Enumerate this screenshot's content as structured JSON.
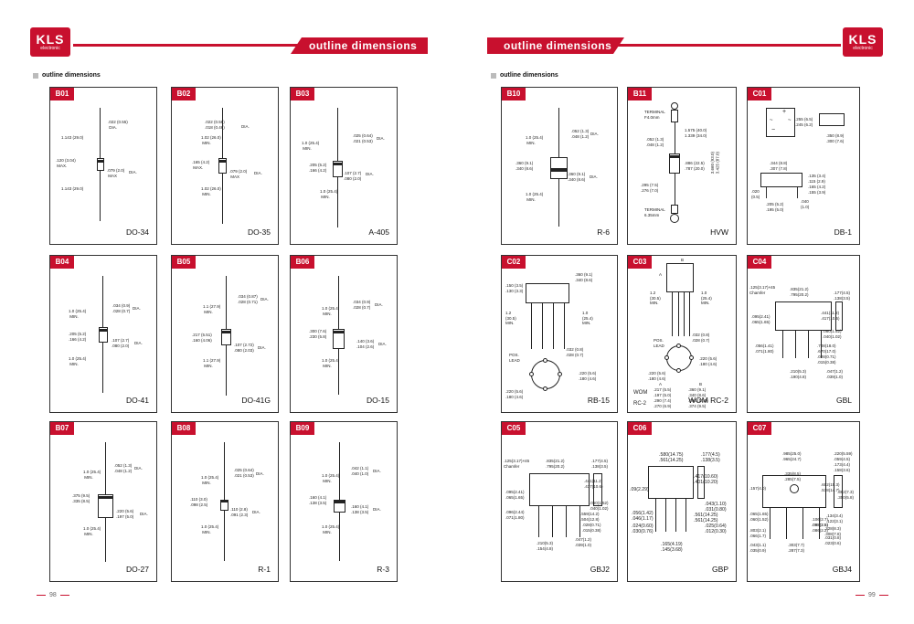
{
  "brand": {
    "logo_text": "KLS",
    "logo_sub": "electronic",
    "color": "#c8102e"
  },
  "header": {
    "title_left": "outline dimensions",
    "title_right": "outline dimensions"
  },
  "section": {
    "left": "outline dimensions",
    "right": "outline dimensions"
  },
  "pages": {
    "left": "98",
    "right": "99"
  },
  "panels": {
    "B01": {
      "tag": "B01",
      "pkg": "DO-34",
      "d1": ".022 (0.55)\n DIA.",
      "d2": "1.143 (29.0)",
      "d3": ".120 (3.04)\n MAX.",
      "d4": ".079 (2.0)\n MAX",
      "d5": "DIA.",
      "d6": "1.143 (29.0)"
    },
    "B02": {
      "tag": "B02",
      "pkg": "DO-35",
      "d1": ".022 (0.56)\n.018 (0.46)",
      "d2": "DIA.",
      "d3": "1.02 (26.0)\n MIN.",
      "d4": ".165 (4.2)\n MAX.",
      "d5": ".079 (2.0)\n MAX",
      "d6": "DIA.",
      "d7": "1.02 (26.0)\n MIN."
    },
    "B03": {
      "tag": "B03",
      "pkg": "A-405",
      "d1": ".025 (0.64)\n.021 (0.53)",
      "d2": "DIA.",
      "d3": "1.0 (25.4)\n MIN.",
      "d4": ".205 (5.2)\n.166 (4.2)",
      "d5": ".107 (2.7)\n.080 (2.0)",
      "d6": "DIA.",
      "d7": "1.0 (25.4)\n MIN."
    },
    "B04": {
      "tag": "B04",
      "pkg": "DO-41",
      "d1": ".034 (0.9)\n.028 (0.7)",
      "d2": "DIA.",
      "d3": "1.0 (25.4)\n MIN.",
      "d4": ".205 (5.2)\n.166 (4.2)",
      "d5": ".107 (2.7)\n.080 (2.0)",
      "d6": "DIA.",
      "d7": "1.0 (25.4)\n MIN."
    },
    "B05": {
      "tag": "B05",
      "pkg": "DO-41G",
      "d1": ".034 (0.87)\n.028 (0.71)",
      "d2": "DIA.",
      "d3": "1.1 (27.9)\n MIN.",
      "d4": ".217 (5.51)\n.160 (4.06)",
      "d5": ".107 (2.72)\n.080 (2.03)",
      "d6": "DIA.",
      "d7": "1.1 (27.9)\n MIN."
    },
    "B06": {
      "tag": "B06",
      "pkg": "DO-15",
      "d1": ".034 (0.9)\n.028 (0.7)",
      "d2": "DIA.",
      "d3": "1.0 (25.4)\n MIN.",
      "d4": ".300 (7.6)\n.230 (5.8)",
      "d5": ".140 (3.6)\n.104 (2.6)",
      "d6": "DIA.",
      "d7": "1.0 (25.4)\n MIN."
    },
    "B07": {
      "tag": "B07",
      "pkg": "DO-27",
      "d1": ".052 (1.3)\n.048 (1.2)",
      "d2": "DIA.",
      "d3": "1.0 (25.4)\n MIN.",
      "d4": ".375 (9.5)\n.335 (8.5)",
      "d5": ".220 (5.6)\n.197 (5.0)",
      "d6": "DIA.",
      "d7": "1.0 (25.4)\n MIN."
    },
    "B08": {
      "tag": "B08",
      "pkg": "R-1",
      "d1": ".025 (0.64)\n.021 (0.53)",
      "d2": "DIA.",
      "d3": "1.0 (25.4)\n MIN.",
      "d4": ".110 (3.0)\n.098 (2.5)",
      "d5": ".110 (2.8)\n.091 (2.3)",
      "d6": "DIA.",
      "d7": "1.0 (25.4)\n MIN."
    },
    "B09": {
      "tag": "B09",
      "pkg": "R-3",
      "d1": ".042 (1.1)\n.040 (1.0)",
      "d2": "DIA.",
      "d3": "1.0 (25.4)\n MIN.",
      "d4": ".160 (4.1)\n.138 (3.5)",
      "d5": ".160 (4.1)\n.138 (3.5)",
      "d6": "DIA.",
      "d7": "1.0 (25.4)\n MIN."
    },
    "B10": {
      "tag": "B10",
      "pkg": "R-6",
      "d1": ".052 (1.3)\n.048 (1.2)",
      "d2": "DIA.",
      "d3": "1.0 (25.4)\n MIN.",
      "d4": ".360 (9.1)\n.340 (8.6)",
      "d5": ".360 (9.1)\n.340 (8.6)",
      "d6": "DIA.",
      "d7": "1.0 (25.4)\n MIN."
    },
    "B11": {
      "tag": "B11",
      "pkg": "HVW",
      "d1": "TERMINAL\nF4.0mm",
      "d2": "1.575 (40.0)\n1.339 (34.0)",
      "d3": ".052 (1.3)\n.048 (1.2)",
      "d4": ".886 (22.5)\n.787 (20.0)",
      "d5": "3.660 (93.0)\n3.425 (87.0)",
      "d6": ".295 (7.5)\n.276 (7.0)",
      "d7": "TERMINAL\n6.35mm"
    },
    "C01": {
      "tag": "C01",
      "pkg": "DB-1",
      "d1": ".255 (6.5)\n.245 (6.2)",
      "d2": ".350 (8.9)\n.300 (7.6)",
      "d3": ".344 (8.8)\n.307 (7.8)",
      "d4": ".135 (3.4)\n.115 (2.9)",
      "d5": ".165 (4.2)\n.155 (3.9)",
      "d6": ".020\n(0.5)",
      "d7": ".205 (5.2)\n.195 (5.0)",
      "d8": ".040\n(1.0)"
    },
    "C02": {
      "tag": "C02",
      "pkg": "RB-15",
      "d1": ".360 (9.1)\n.340 (8.6)",
      "d2": ".150 (3.5)\n.130 (3.3)",
      "d3": "1.2\n(30.5)\nMIN.",
      "d4": "1.0\n(25.4)\nMIN.",
      "d5": "POS.\nLEAD",
      "d6": ".032 (0.8)\n.028 (0.7)",
      "d7": ".220 (5.6)\n.180 (4.6)",
      "d8": ".220 (5.6)\n.180 (4.6)"
    },
    "C03": {
      "tag": "C03",
      "pkg": "WOM\nRC-2",
      "d1": "A",
      "d2": "B",
      "d3": "1.2\n(30.5)\nMIN.",
      "d4": "1.0\n(25.4)\nMIN.",
      "d5": ".032 (0.8)\n.028 (0.7)",
      "d6": "POS.\nLEAD",
      "d7": ".220 (5.6)\n.180 (4.6)",
      "d8": ".220 (5.6)\n.180 (4.6)",
      "d9": "A",
      "d10": "B",
      "d11": "WOM",
      "d12": ".217 (5.5)\n.197 (5.0)",
      "d13": ".360 (9.1)\n.340 (8.6)",
      "d14": "RC-2",
      "d15": ".290 (7.4)\n.270 (6.9)",
      "d16": ".394 (10.0)\n.374 (9.5)"
    },
    "C04": {
      "tag": "C04",
      "pkg": "GBL",
      "d1": ".125(3.17)×45\nChamfer",
      "d2": ".835(21.2)\n.795(20.2)",
      "d3": ".177(4.5)\n.138(3.5)",
      "d4": ".095(2.41)\n.065(1.65)",
      "d5": ".441(11.2)\n.417(10.6)",
      "d6": ".060(1.52)\n.040(1.02)",
      "d7": ".056(1.41)\n.071(1.80)",
      "d8": ".708(18.0)\n.670(17.0)",
      "d9": ".028(0.71)\n.015(0.38)",
      "d10": ".210(5.3)\n.190(4.8)",
      "d11": ".047(1.2)\n.039(1.0)"
    },
    "C05": {
      "tag": "C05",
      "pkg": "GBJ2",
      "d1": ".125(3.17)×45\nChamfer",
      "d2": ".835(21.2)\n.795(20.2)",
      "d3": ".177(4.5)\n.138(3.5)",
      "d4": ".095(2.41)\n.065(1.65)",
      "d5": ".441(11.2)\n.417(10.6)",
      "d6": ".096(2.44)\n.071(1.80)",
      "d7": ".060(1.52)\n.040(1.02)",
      "d8": ".559(14.2)\n.504(12.8)",
      "d9": ".028(0.71)\n.015(0.38)",
      "d10": ".210(5.3)\n.154(4.8)",
      "d11": ".047(1.2)\n.039(1.0)"
    },
    "C06": {
      "tag": "C06",
      "pkg": "GBP",
      "d1": ".580(14.75)\n.561(14.25)",
      "d2": ".177(4.5)\n.138(3.5)",
      "d3": ".417(10.60)\n.401(10.20)",
      "d4": ".09(2.29)",
      "d5": ".043(1.10)\n.031(0.80)",
      "d6": ".056(1.42)\n.046(1.17)",
      "d7": ".561(14.25)\n.561(14.25)",
      "d8": ".024(0.60)\n.030(0.76)",
      "d9": ".025(0.64)\n.012(0.30)",
      "d10": ".165(4.19)\n.145(3.68)"
    },
    "C07": {
      "tag": "C07",
      "pkg": "GBJ4",
      "d1": ".985(25.0)\n.965(24.7)",
      "d2": ".220(5.59)\n.059(4.5)",
      "d3": ".173(4.4)\n.158(3.6)",
      "d4": ".335(8.5)\n.285(7.5)",
      "d5": ".602(15.3)\n.578(14.7)",
      "d6": ".382(7.3)\n.350(5.8)",
      "d7": ".157(4.0)",
      "d8": ".065(1.65)\n.060(1.52)",
      "d9": ".134(3.4)\n.122(3.1)",
      "d10": ".098(2.5)\n.086(2.2)",
      "d11": ".803(2.1)\n.066(1.7)",
      "d12": ".106(2.7)\n.098(2.5)",
      "d13": ".328(8.3)\n.308(7.8)",
      "d14": ".043(1.1)\n.035(0.9)",
      "d15": ".303(7.7)\n.287(7.3)",
      "d16": ".031(0.8)\n.023(0.6)"
    }
  }
}
